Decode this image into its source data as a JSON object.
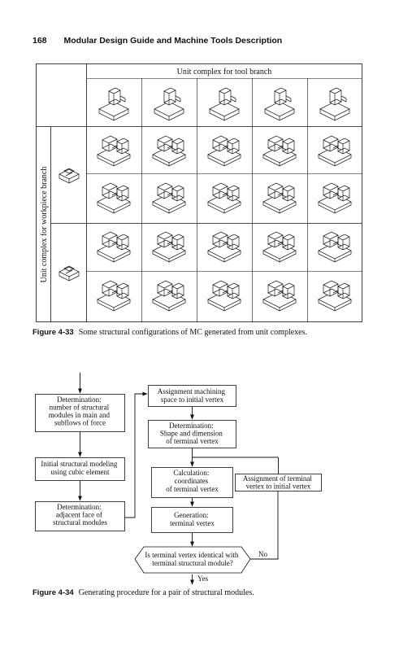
{
  "page": {
    "number": "168",
    "running_title": "Modular Design Guide and Machine Tools Description"
  },
  "figure_33": {
    "label": "Figure 4-33",
    "caption": "Some structural configurations of MC generated from unit complexes.",
    "column_header": "Unit complex for tool branch",
    "row_header": "Unit complex for workpiece branch"
  },
  "figure_34": {
    "label": "Figure 4-34",
    "caption": "Generating procedure for a pair of structural modules.",
    "boxes": {
      "determination_modules": [
        "Determination:",
        "number of structural",
        "modules in main and",
        "subflows of force"
      ],
      "initial_modeling": [
        "Initial structural modeling",
        "using cubic element"
      ],
      "adjacent_face": [
        "Determination:",
        "adjacent face of",
        "structural modules"
      ],
      "assignment_space": [
        "Assignment machining",
        "space to initial vertex"
      ],
      "shape_dimension": [
        "Determination:",
        "Shape and dimension",
        "of terminal vertex"
      ],
      "calculation": [
        "Calculation:",
        "coordinates",
        "of terminal vertex"
      ],
      "generation": [
        "Generation:",
        "terminal vertex"
      ],
      "assignment_terminal": [
        "Assignment of terminal",
        "vertex to initial vertex"
      ],
      "decision": [
        "Is terminal vertex identical with",
        "terminal structural module?"
      ]
    },
    "labels": {
      "yes": "Yes",
      "no": "No"
    }
  }
}
